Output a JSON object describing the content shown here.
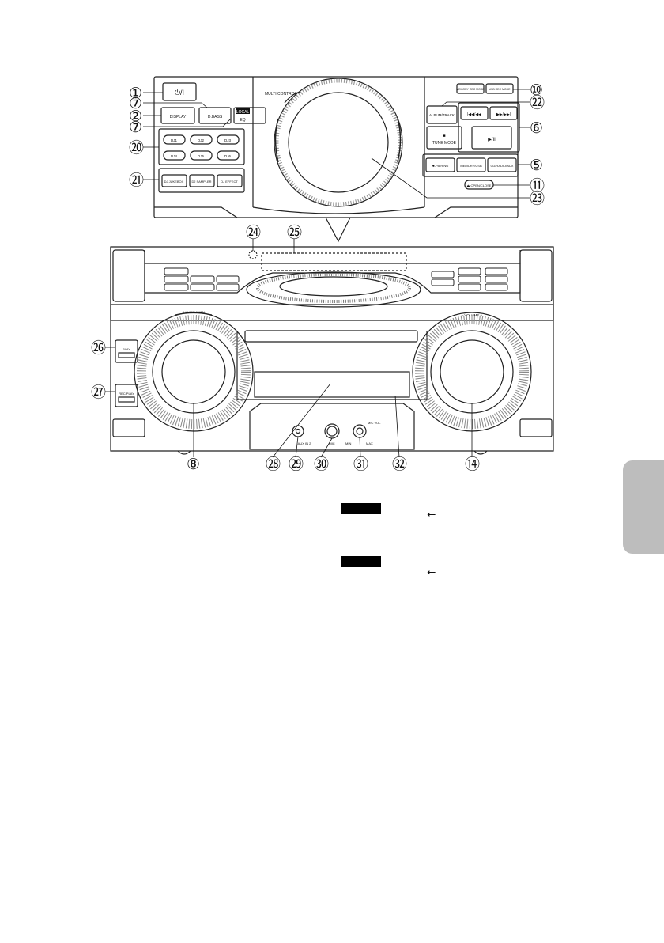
{
  "top_panel": {
    "power_symbol": "⏻/I",
    "buttons_left": {
      "display": "DISPLAY",
      "d_bass": "D.BASS",
      "eq_top": "LOCAL",
      "eq_bottom": "EQ"
    },
    "dj_pads": [
      "DJ1",
      "DJ2",
      "DJ3",
      "DJ4",
      "DJ5",
      "DJ6"
    ],
    "dj_functions": [
      "DJ JUKEBOX",
      "DJ SAMPLER",
      "DJ EFFECT"
    ],
    "multi_control": "MULTI CONTROL",
    "buttons_right": {
      "memory_rec_mode": "MEMORY REC MODE",
      "usb_rec_mode": "USB REC MODE",
      "album_track": "ALBUM/TRACK",
      "prev": "|◀◀/◀◀",
      "next": "▶▶/▶▶|",
      "tune_mode_icon": "■",
      "tune_mode": "TUNE MODE",
      "play_pause": "▶/II",
      "pairing": "✱-PAIRING",
      "memory_usb": "MEMORY/USB",
      "cd_radio_aux": "CD/RADIO/AUX",
      "open_close": "⏏ OPEN/CLOSE"
    }
  },
  "callouts_top": {
    "c1": "①",
    "c7a": "⑦",
    "c2": "②",
    "c7b": "⑦",
    "c20": "⑳",
    "c21": "㉑",
    "c10": "⑩",
    "c22": "㉒",
    "c6": "⑥",
    "c5": "⑤",
    "c11": "⑪",
    "c23": "㉓"
  },
  "callouts_front": {
    "c24": "㉔",
    "c25": "㉕",
    "c26": "㉖",
    "c27": "㉗",
    "c8": "⑧",
    "c28": "㉘",
    "c29": "㉙",
    "c30": "㉚",
    "c31": "㉛",
    "c32": "㉜",
    "c14": "⑭"
  },
  "front_panel": {
    "illumination": "ILLUMINATION",
    "volume": "– VOLUME +",
    "usb_port_1": "PLAY",
    "usb_port_2": "REC/PLAY",
    "aux_in": "AUX IN 2",
    "mic": "MIC",
    "mic_vol": "MIC VOL",
    "min": "MIN",
    "max": "MAX"
  },
  "notes": {
    "usb_symbol": "⭠"
  }
}
